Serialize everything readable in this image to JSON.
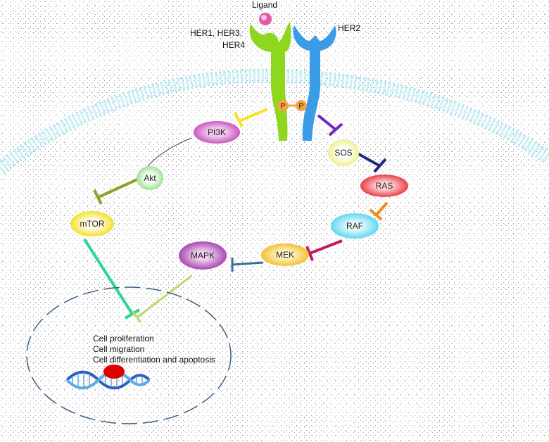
{
  "labels": {
    "ligand": "Ligand",
    "receptor_left": "HER1, HER3,",
    "receptor_left_2": "HER4",
    "receptor_right": "HER2",
    "phospho_1": "P",
    "phospho_2": "P"
  },
  "nodes": {
    "pi3k": "PI3K",
    "akt": "Akt",
    "mtor": "mTOR",
    "sos": "SOS",
    "ras": "RAS",
    "raf": "RAF",
    "mek": "MEK",
    "mapk": "MAPK"
  },
  "outcomes": [
    "Cell proliferation",
    "Cell migration",
    "Cell differentiation and apoptosis"
  ],
  "colors": {
    "receptor_left": "#8fd61f",
    "receptor_right": "#3a9be6",
    "ligand": "#e05aa8",
    "phospho": "#f2a640",
    "pi3k": "#c957c0",
    "akt": "#b9efb0",
    "mtor": "#f3e02a",
    "sos": "#f0f0a0",
    "ras": "#e8404a",
    "raf": "#5fd8ee",
    "mek": "#f2c233",
    "mapk": "#a84ab0",
    "membrane": "#c9f0f6",
    "dna": "#2a5fc0"
  }
}
